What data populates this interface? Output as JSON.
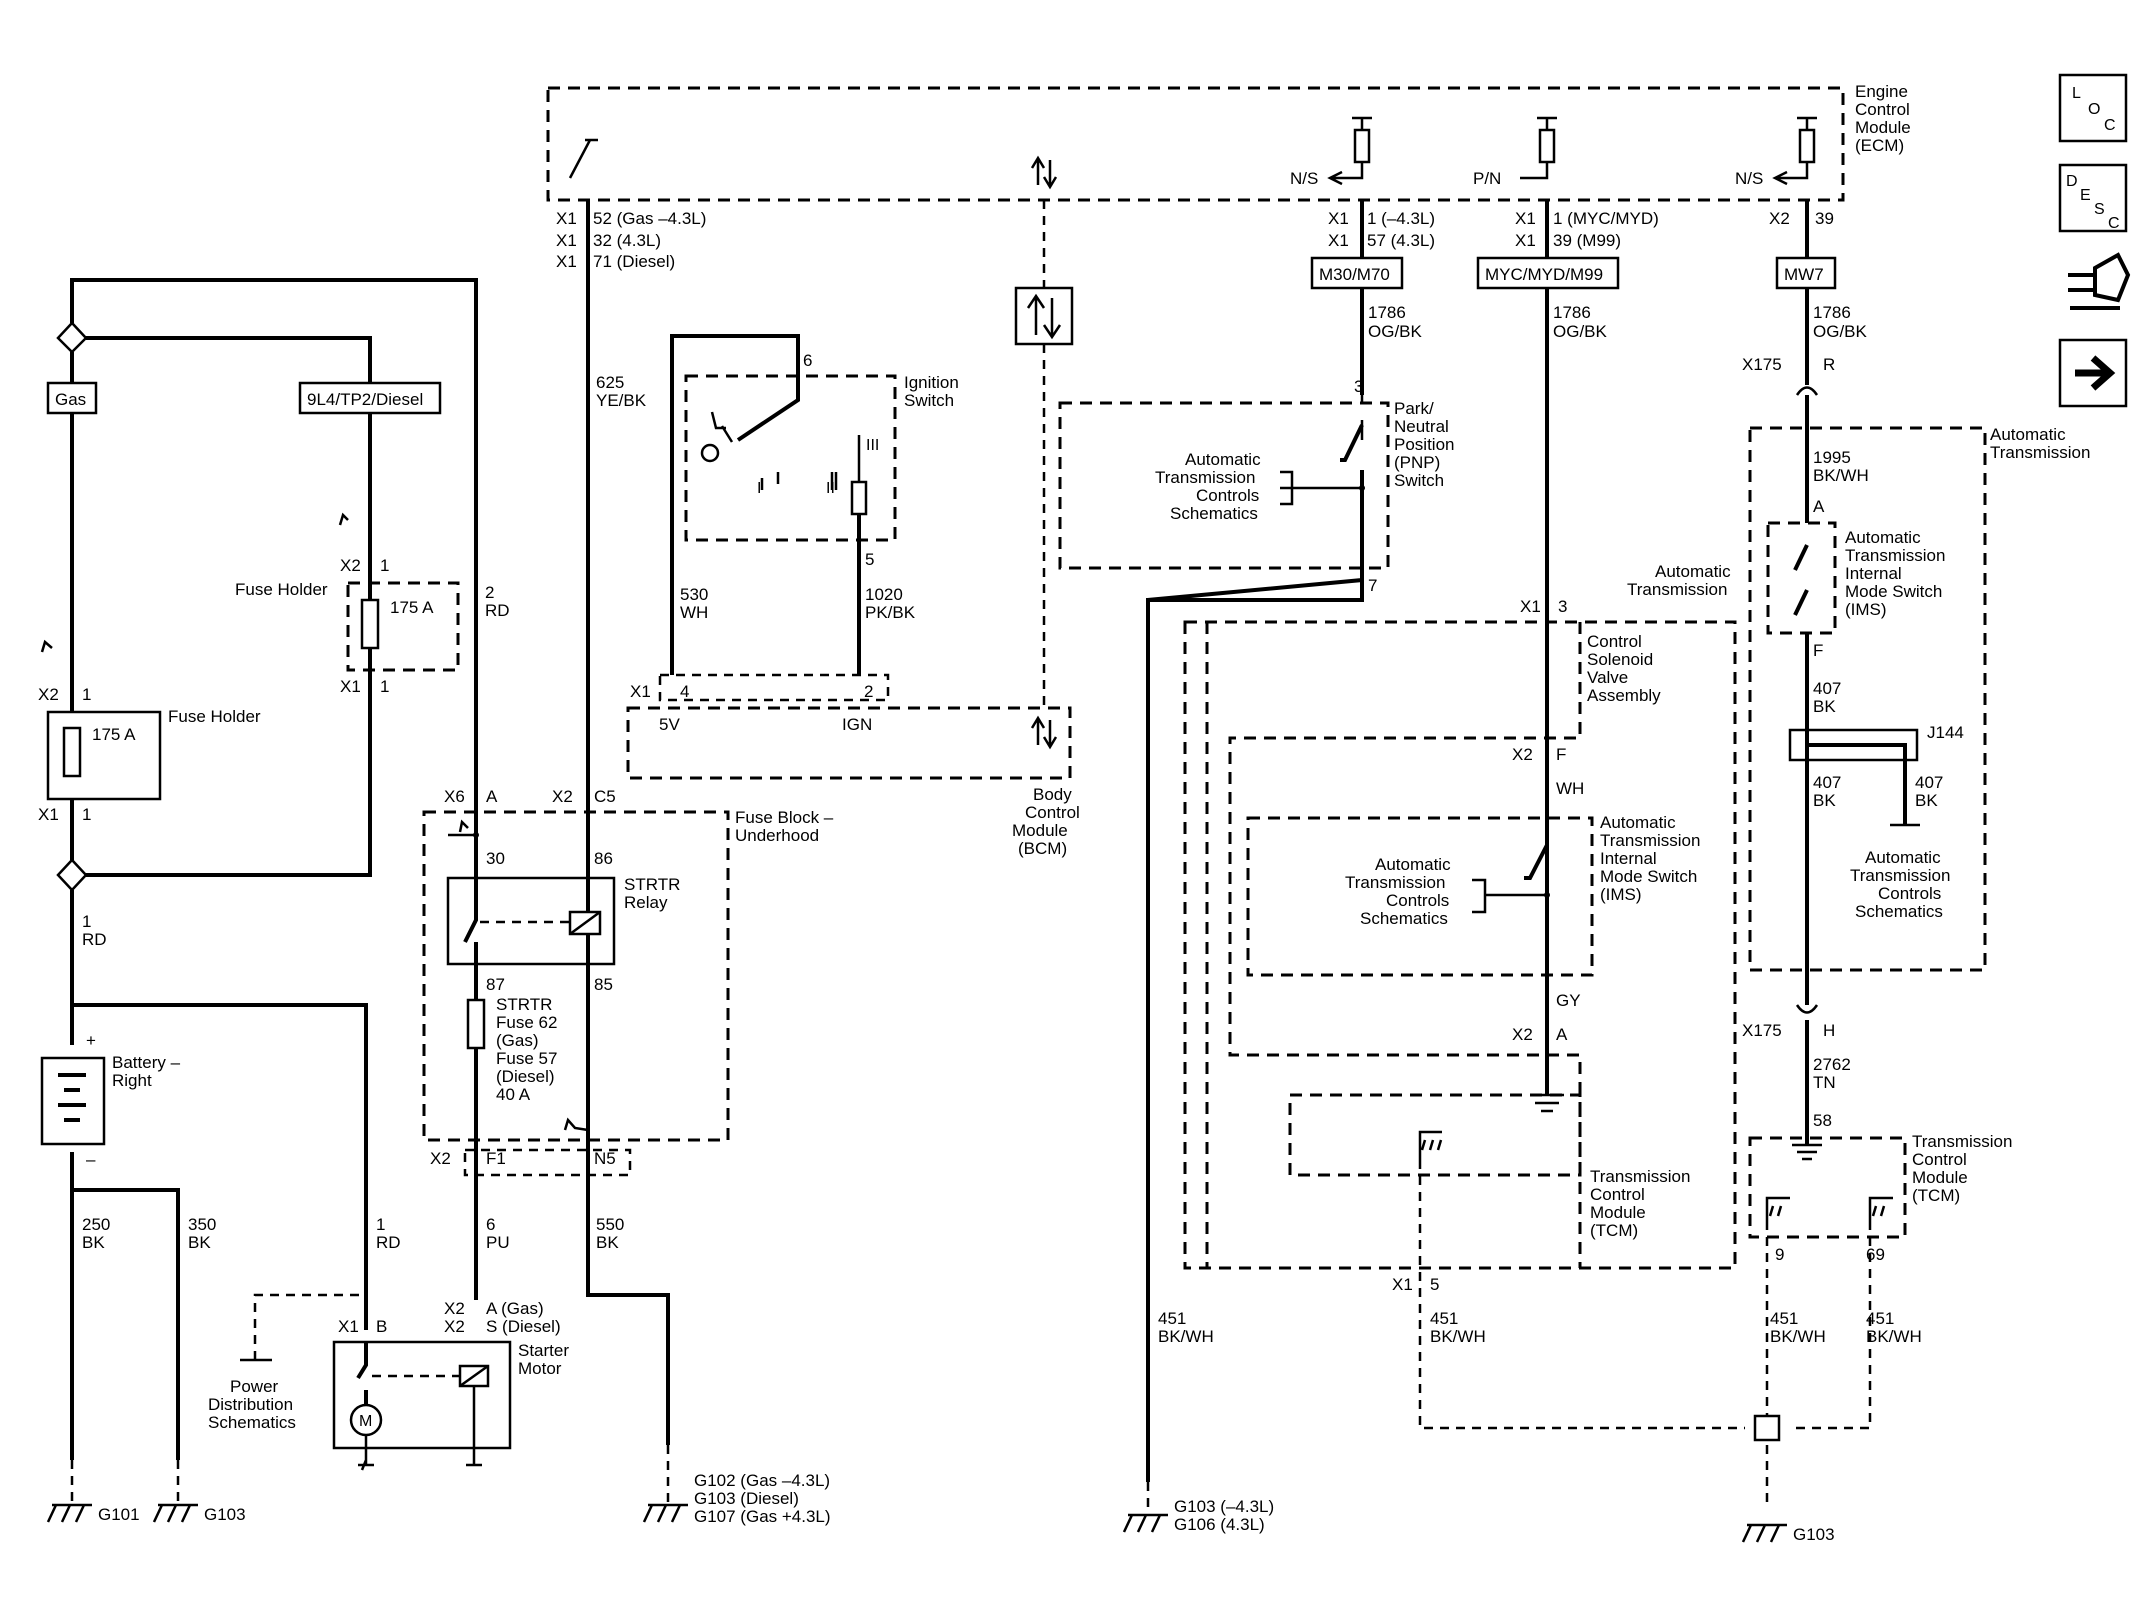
{
  "modules": {
    "ecm": [
      "Engine",
      "Control",
      "Module",
      "(ECM)"
    ],
    "bcm": [
      "Body",
      "Control",
      "Module",
      "(BCM)"
    ],
    "tcm_mid": [
      "Transmission",
      "Control",
      "Module",
      "(TCM)"
    ],
    "tcm_right": [
      "Transmission",
      "Control",
      "Module",
      "(TCM)"
    ],
    "fuse_block": [
      "Fuse Block –",
      "Underhood"
    ]
  },
  "nav": {
    "loc": {
      "l": "L",
      "o": "O",
      "c": "C"
    },
    "desc": {
      "d": "D",
      "e": "E",
      "s": "S",
      "c": "C"
    }
  },
  "ecm_pins": {
    "left": [
      "X1",
      "X1",
      "X1"
    ],
    "left_desc": [
      "52 (Gas –4.3L)",
      "32 (4.3L)",
      "71 (Diesel)"
    ],
    "pnp_conn": [
      "X1",
      "X1"
    ],
    "pnp_desc": [
      "1 (–4.3L)",
      "57 (4.3L)"
    ],
    "myc_conn": [
      "X1",
      "X1"
    ],
    "myc_desc": [
      "1 (MYC/MYD)",
      "39 (M99)"
    ],
    "mw7_conn": "X2",
    "mw7_desc": "39"
  },
  "options": {
    "m30": "M30/M70",
    "myc": "MYC/MYD/M99",
    "mw7": "MW7",
    "gas": "Gas",
    "diesel": "9L4/TP2/Diesel"
  },
  "ns_labels": {
    "a": "N/S",
    "b": "P/N",
    "c": "N/S"
  },
  "wires": {
    "w625": [
      "625",
      "YE/BK"
    ],
    "w2rd": [
      "2",
      "RD"
    ],
    "w530": [
      "530",
      "WH"
    ],
    "w1020": [
      "1020",
      "PK/BK"
    ],
    "w1786a": [
      "1786",
      "OG/BK"
    ],
    "w1786b": [
      "1786",
      "OG/BK"
    ],
    "w1786c": [
      "1786",
      "OG/BK"
    ],
    "w1995": [
      "1995",
      "BK/WH"
    ],
    "w407a": [
      "407",
      "BK"
    ],
    "w407b": [
      "407",
      "BK"
    ],
    "w407c": [
      "407",
      "BK"
    ],
    "wwh": "WH",
    "wgy": "GY",
    "w2762": [
      "2762",
      "TN"
    ],
    "w1rd_a": [
      "1",
      "RD"
    ],
    "w1rd_b": [
      "1",
      "RD"
    ],
    "w250": [
      "250",
      "BK"
    ],
    "w350": [
      "350",
      "BK"
    ],
    "w6pu": [
      "6",
      "PU"
    ],
    "w550": [
      "550",
      "BK"
    ],
    "w451a": [
      "451",
      "BK/WH"
    ],
    "w451b": [
      "451",
      "BK/WH"
    ],
    "w451c": [
      "451",
      "BK/WH"
    ],
    "w451d": [
      "451",
      "BK/WH"
    ]
  },
  "components": {
    "ignition": [
      "Ignition",
      "Switch"
    ],
    "ign_pins": {
      "p6": "6",
      "p5": "5",
      "iii": "III",
      "ii": "II",
      "i": "I"
    },
    "bcm_pins": {
      "x1": "X1",
      "p4": "4",
      "p2": "2",
      "v5": "5V",
      "ign": "IGN"
    },
    "fuse_holder_a": "Fuse Holder",
    "fuse_holder_b": "Fuse Holder",
    "fuse_a_rating": "175 A",
    "fuse_b_rating": "175 A",
    "fh_pins": {
      "x2a": "X2",
      "p1a": "1",
      "x1a": "X1",
      "p1b": "1",
      "x2b": "X2",
      "p1c": "1",
      "x1b": "X1",
      "p1d": "1"
    },
    "battery": [
      "Battery –",
      "Right"
    ],
    "relay": [
      "STRTR",
      "Relay"
    ],
    "relay_pins": {
      "p30": "30",
      "p86": "86",
      "p87": "87",
      "p85": "85"
    },
    "fuse_block_conn": {
      "x6": "X6",
      "a": "A",
      "x2": "X2",
      "c5": "C5",
      "x2b": "X2",
      "f1": "F1",
      "n5": "N5"
    },
    "fuse62": [
      "STRTR",
      "Fuse 62",
      "(Gas)",
      "Fuse 57",
      "(Diesel)",
      "40 A"
    ],
    "starter": [
      "Starter",
      "Motor"
    ],
    "starter_conn": {
      "x2a": "X2",
      "x2b": "X2",
      "a": "A (Gas)",
      "s": "S (Diesel)",
      "x1": "X1",
      "b": "B",
      "m": "M"
    },
    "power_dist": [
      "Power",
      "Distribution",
      "Schematics"
    ],
    "pnp": [
      "Park/",
      "Neutral",
      "Position",
      "(PNP)",
      "Switch"
    ],
    "pnp_pins": {
      "p3": "3",
      "p7": "7"
    },
    "atc_a": [
      "Automatic",
      "Transmission",
      "Controls",
      "Schematics"
    ],
    "atc_b": [
      "Automatic",
      "Transmission",
      "Controls",
      "Schematics"
    ],
    "atc_c": [
      "Automatic",
      "Transmission",
      "Controls",
      "Schematics"
    ],
    "auto_trans_a": [
      "Automatic",
      "Transmission"
    ],
    "auto_trans_b": [
      "Automatic",
      "Transmission"
    ],
    "csva": [
      "Control",
      "Solenoid",
      "Valve",
      "Assembly"
    ],
    "ims_a": [
      "Automatic",
      "Transmission",
      "Internal",
      "Mode Switch",
      "(IMS)"
    ],
    "ims_b": [
      "Automatic",
      "Transmission",
      "Internal",
      "Mode Switch",
      "(IMS)"
    ],
    "mid_conn": {
      "x1": "X1",
      "p3": "3",
      "x2": "X2",
      "f": "F",
      "x2b": "X2",
      "a": "A",
      "x1b": "X1",
      "p5": "5"
    },
    "right_conn": {
      "x175a": "X175",
      "r": "R",
      "a": "A",
      "f": "F",
      "j144": "J144",
      "x175b": "X175",
      "h": "H",
      "p58": "58",
      "p9": "9",
      "p69": "69"
    }
  },
  "grounds": {
    "g101": "G101",
    "g103a": "G103",
    "g102": [
      "G102 (Gas –4.3L)",
      "G103 (Diesel)",
      "G107 (Gas +4.3L)"
    ],
    "g103b": [
      "G103 (–4.3L)",
      "G106 (4.3L)"
    ],
    "g103c": "G103"
  }
}
